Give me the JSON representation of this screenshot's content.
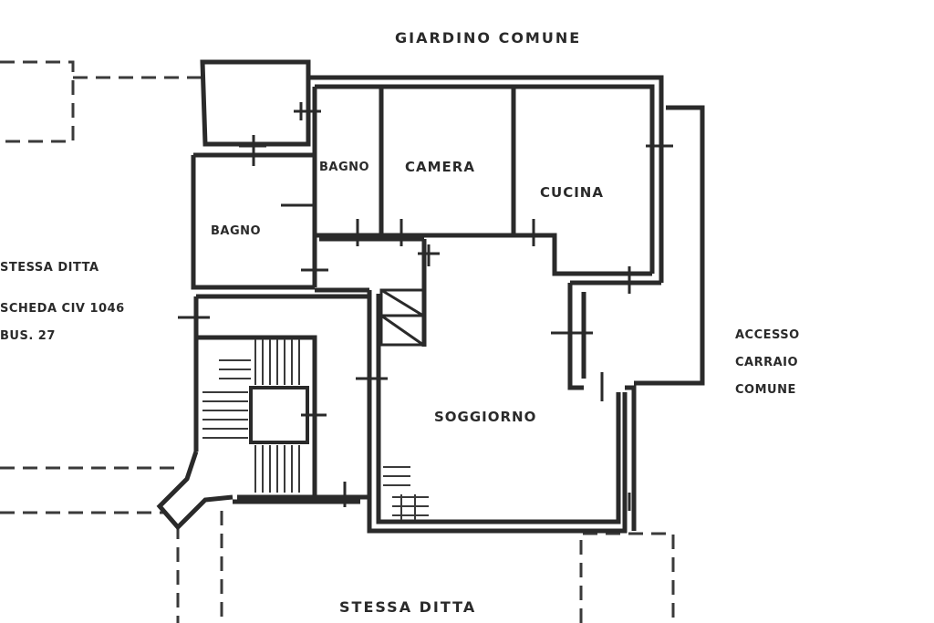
{
  "labels": {
    "garden": "GIARDINO COMUNE",
    "bath_upper": "BAGNO",
    "bedroom": "CAMERA",
    "kitchen": "CUCINA",
    "bath_lower": "BAGNO",
    "living": "SOGGIORNO",
    "access_line1": "ACCESSO",
    "access_line2": "CARRAIO",
    "access_line3": "COMUNE",
    "left_line1": "STESSA DITTA",
    "left_line2": "SCHEDA CIV 1046",
    "left_line3": "BUS. 27",
    "bottom": "STESSA DITTA"
  },
  "colors": {
    "wall": "#2a2a2a",
    "dash": "#3a3a3a"
  }
}
